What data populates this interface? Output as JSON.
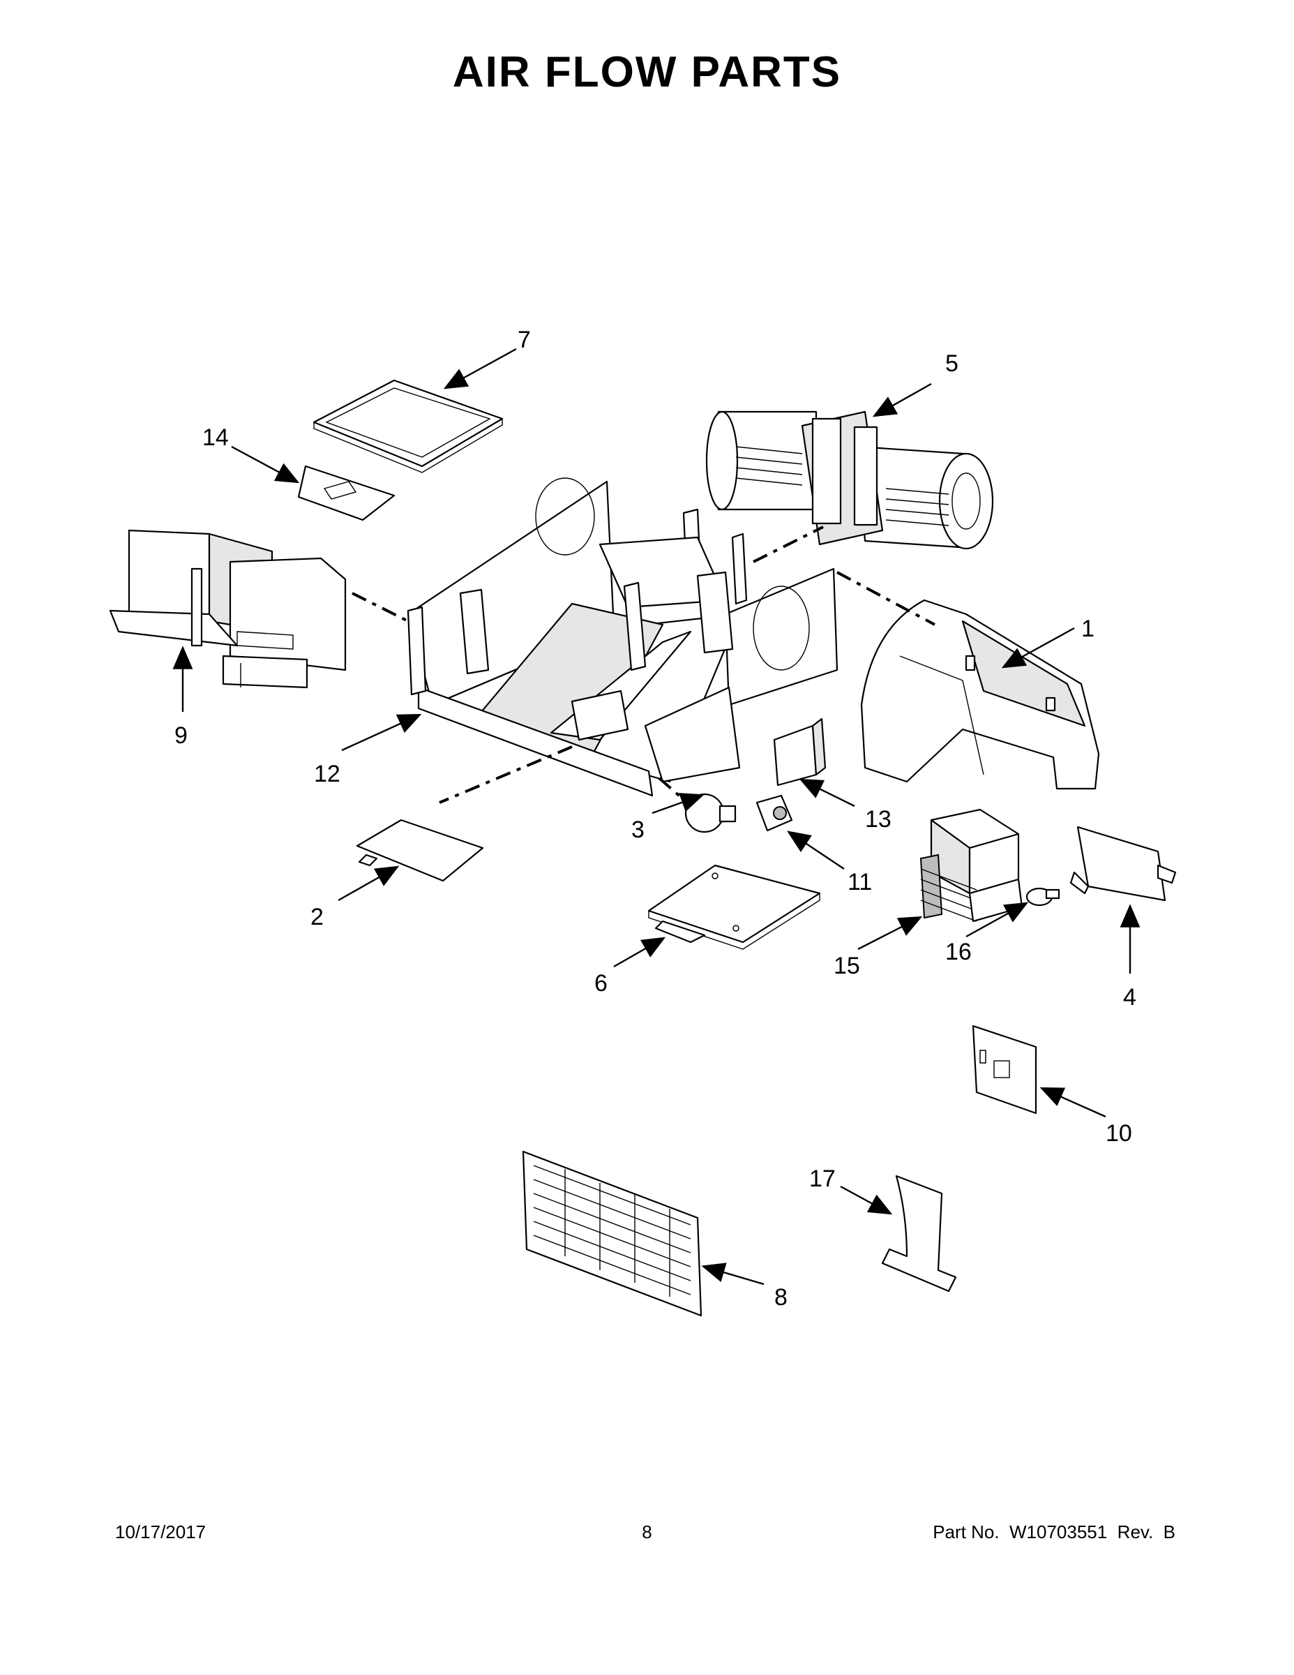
{
  "title": "AIR FLOW PARTS",
  "footer": {
    "date": "10/17/2017",
    "page": "8",
    "part_number": "Part No.  W10703551  Rev.  B"
  },
  "callouts": [
    "1",
    "2",
    "3",
    "4",
    "5",
    "6",
    "7",
    "8",
    "9",
    "10",
    "11",
    "12",
    "13",
    "14",
    "15",
    "16",
    "17"
  ]
}
